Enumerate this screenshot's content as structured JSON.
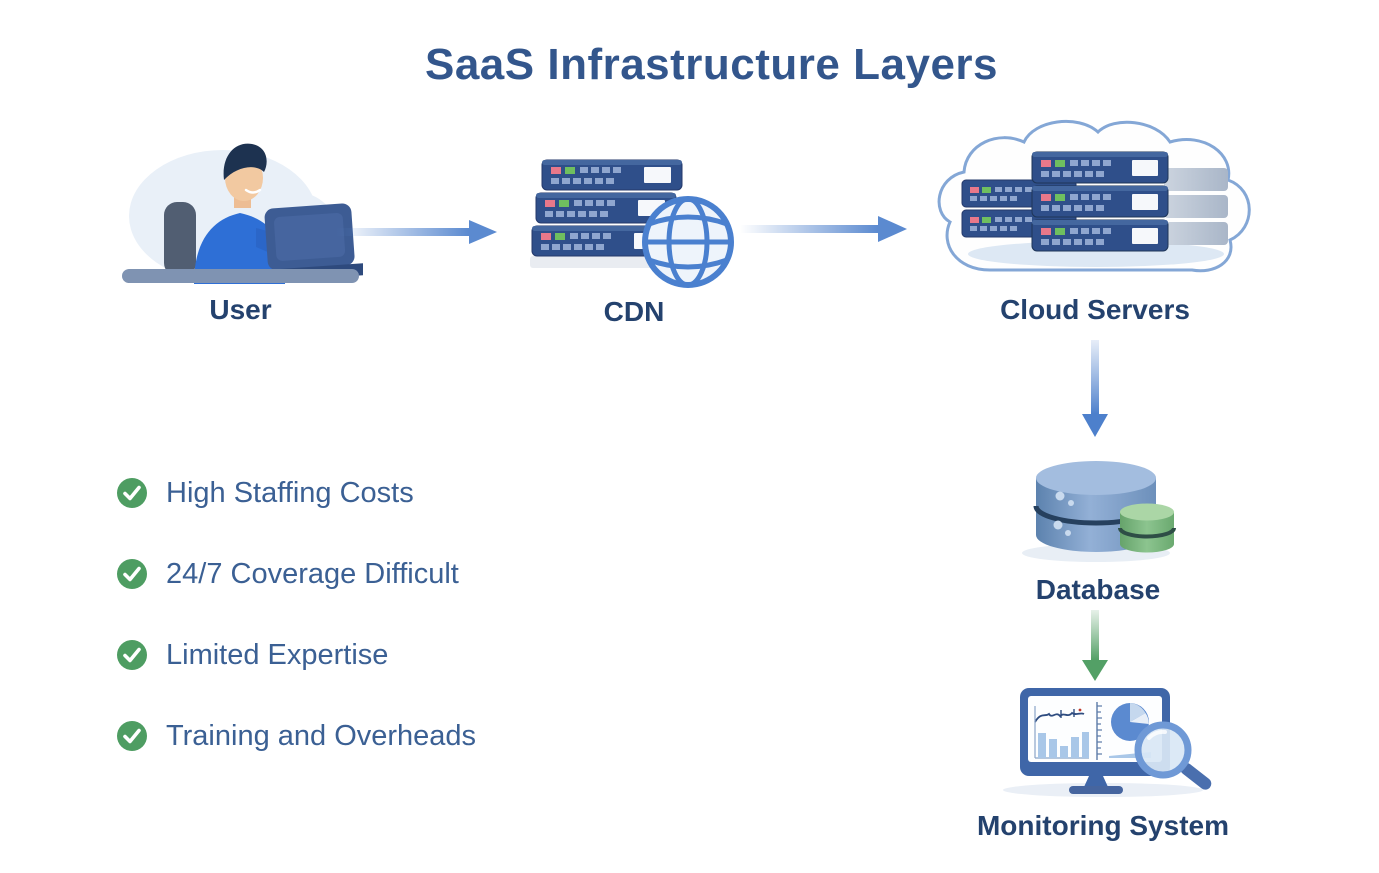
{
  "title": "SaaS Infrastructure Layers",
  "flow": {
    "top_row": {
      "user": {
        "label": "User"
      },
      "cdn": {
        "label": "CDN"
      },
      "cloud_servers": {
        "label": "Cloud Servers"
      }
    },
    "right_column": {
      "database": {
        "label": "Database"
      },
      "monitoring": {
        "label": "Monitoring System"
      }
    }
  },
  "checklist": {
    "items": [
      {
        "label": "High Staffing Costs"
      },
      {
        "label": "24/7 Coverage Difficult"
      },
      {
        "label": "Limited Expertise"
      },
      {
        "label": "Training and Overheads"
      }
    ]
  },
  "icons": {
    "check": "✔",
    "arrow_right": "→",
    "arrow_down": "↓"
  },
  "colors": {
    "title_text": "#33568c",
    "node_label_text": "#24426e",
    "checklist_text": "#3b6094",
    "check_green": "#4e9d62",
    "arrow_blue": "#5b8ad0",
    "arrow_green": "#5ca36b",
    "server_navy": "#2f4f8a",
    "server_light_red": "#e8788a",
    "server_light_green": "#6fbf5f",
    "globe_blue": "#4a80cf",
    "cylinder_blue": "#6d90bb",
    "cylinder_green": "#6fae74",
    "monitor_frame": "#3f66a8",
    "cloud_outline": "#84a7d6",
    "background": "#ffffff"
  }
}
